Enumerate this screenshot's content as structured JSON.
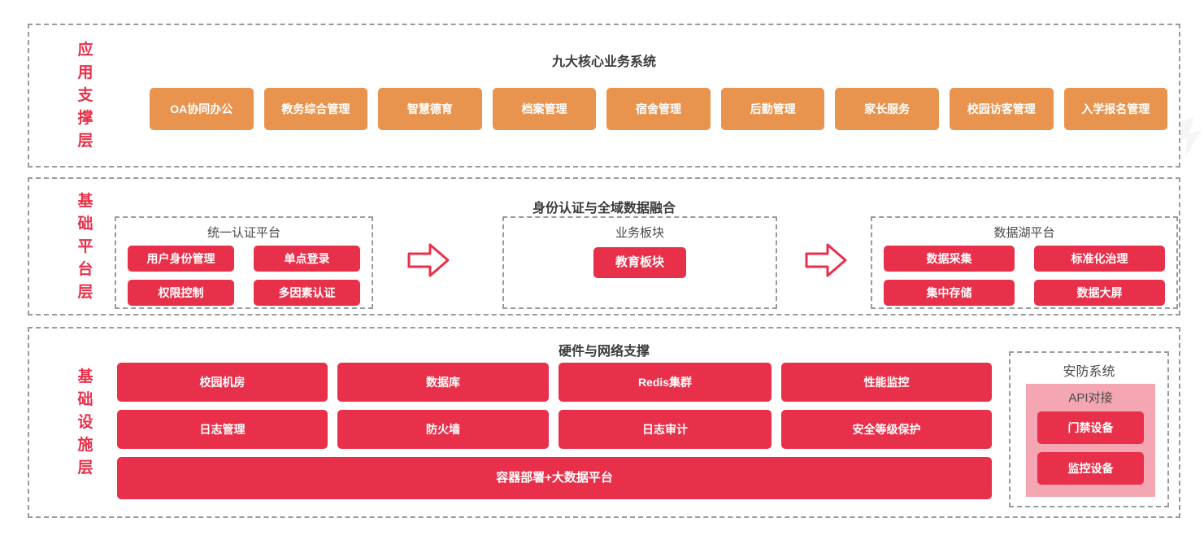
{
  "diagram": {
    "accent_orange": "#E8944E",
    "accent_red": "#E8304A",
    "accent_pink": "#F4A6B2",
    "border_gray": "#9a9a9a"
  },
  "layers": {
    "application": {
      "vertical_label": [
        "应",
        "用",
        "支",
        "撑",
        "层"
      ],
      "title": "九大核心业务系统",
      "systems": [
        {
          "label": "OA协同办公"
        },
        {
          "label": "教务综合管理"
        },
        {
          "label": "智慧德育"
        },
        {
          "label": "档案管理"
        },
        {
          "label": "宿舍管理"
        },
        {
          "label": "后勤管理"
        },
        {
          "label": "家长服务"
        },
        {
          "label": "校园访客管理"
        },
        {
          "label": "入学报名管理"
        }
      ]
    },
    "platform": {
      "vertical_label": [
        "基",
        "础",
        "平",
        "台",
        "层"
      ],
      "title": "身份认证与全域数据融合",
      "auth_panel": {
        "title": "统一认证平台",
        "items": [
          {
            "label": "用户身份管理"
          },
          {
            "label": "单点登录"
          },
          {
            "label": "权限控制"
          },
          {
            "label": "多因素认证"
          }
        ]
      },
      "business_panel": {
        "title": "业务板块",
        "items": [
          {
            "label": "教育板块"
          }
        ]
      },
      "data_lake_panel": {
        "title": "数据湖平台",
        "items": [
          {
            "label": "数据采集"
          },
          {
            "label": "标准化治理"
          },
          {
            "label": "集中存储"
          },
          {
            "label": "数据大屏"
          }
        ]
      },
      "arrows": [
        {
          "name": "arrow-auth-to-business"
        },
        {
          "name": "arrow-business-to-data-lake"
        }
      ]
    },
    "infrastructure": {
      "vertical_label": [
        "基",
        "础",
        "设",
        "施",
        "层"
      ],
      "title": "硬件与网络支撑",
      "row_1": [
        {
          "label": "校园机房"
        },
        {
          "label": "数据库"
        },
        {
          "label": "Redis集群"
        },
        {
          "label": "性能监控"
        }
      ],
      "row_2": [
        {
          "label": "日志管理"
        },
        {
          "label": "防火墙"
        },
        {
          "label": "日志审计"
        },
        {
          "label": "安全等级保护"
        }
      ],
      "wide_bar": {
        "label": "容器部署+大数据平台"
      },
      "security_panel": {
        "title": "安防系统",
        "api_title": "API对接",
        "devices": [
          {
            "label": "门禁设备"
          },
          {
            "label": "监控设备"
          }
        ]
      }
    }
  }
}
